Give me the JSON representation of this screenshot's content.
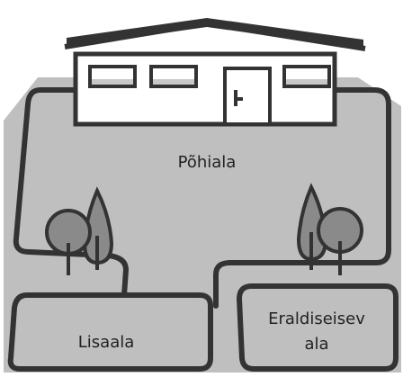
{
  "labels": {
    "main_area": "Põhiala",
    "extra_area": "Lisaala",
    "separate_area_line1": "Eraldiseisev",
    "separate_area_line2": "ala"
  },
  "colors": {
    "background": "#ffffff",
    "ground": "#bfbfbf",
    "outline": "#333333",
    "house_fill": "#ffffff",
    "window_shade": "#c8c8c8",
    "tree_fill": "#8a8a8a",
    "text": "#222222"
  }
}
